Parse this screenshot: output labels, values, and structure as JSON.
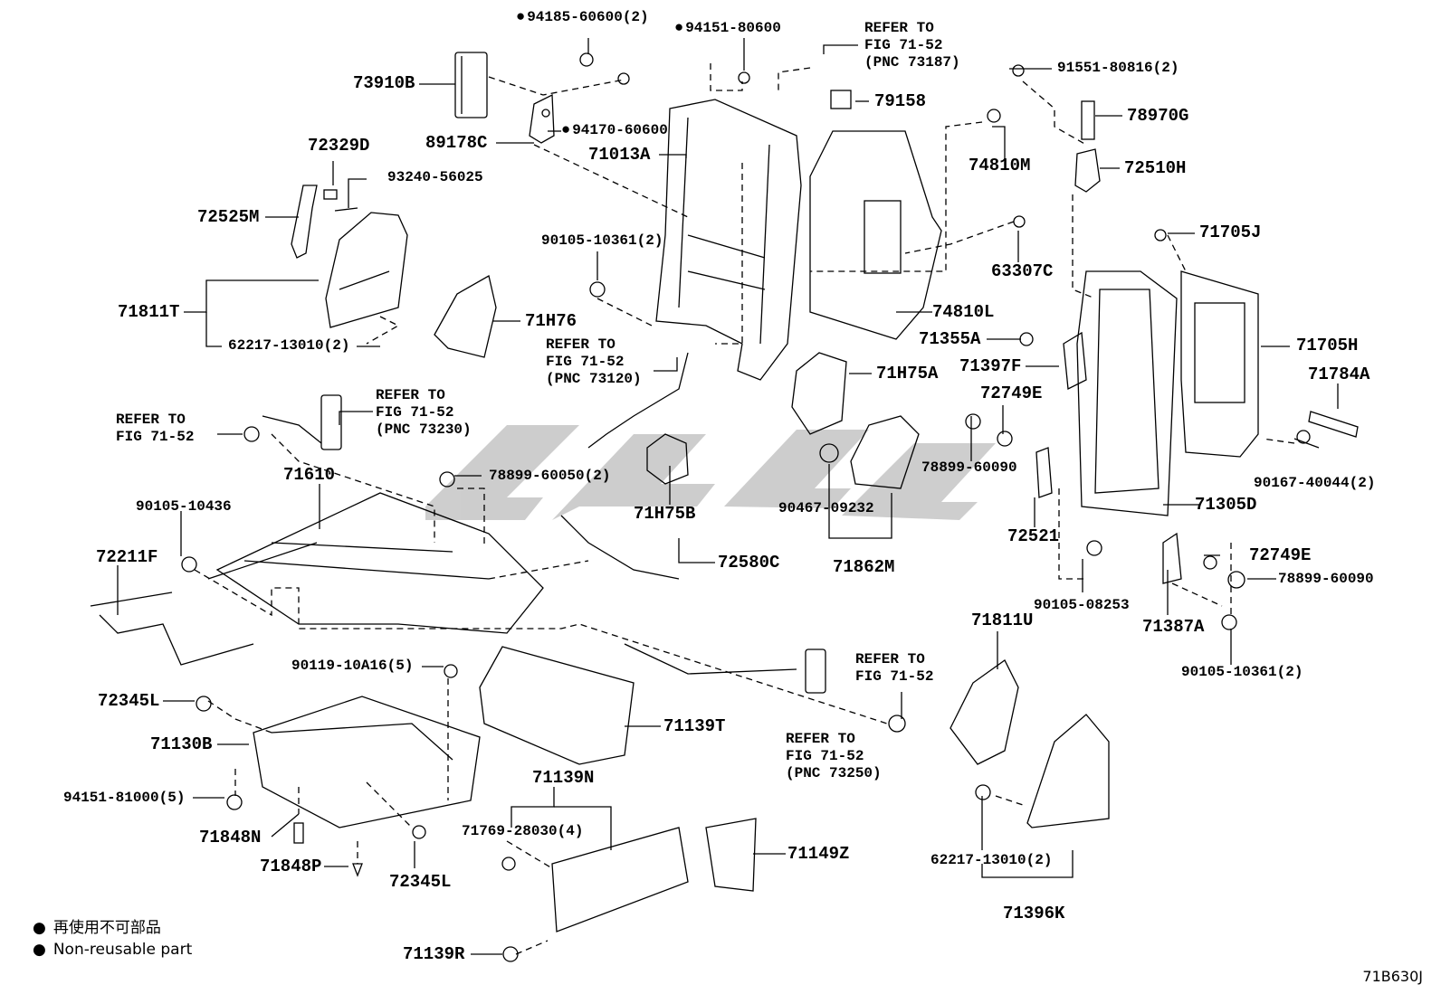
{
  "labels": {
    "p_94185_60600": "94185-60600(2)",
    "p_94151_80600": "94151-80600",
    "p_refer_73187": "REFER TO\nFIG 71-52\n(PNC 73187)",
    "p_73910B": "73910B",
    "p_79158": "79158",
    "p_91551_80816": "91551-80816(2)",
    "p_78970G": "78970G",
    "p_94170_60600": "94170-60600",
    "p_89178C": "89178C",
    "p_71013A": "71013A",
    "p_74810M": "74810M",
    "p_72510H": "72510H",
    "p_72329D": "72329D",
    "p_93240_56025": "93240-56025",
    "p_72525M": "72525M",
    "p_71705J": "71705J",
    "p_90105_10361a": "90105-10361(2)",
    "p_63307C": "63307C",
    "p_71811T": "71811T",
    "p_71H76": "71H76",
    "p_74810L": "74810L",
    "p_71705H": "71705H",
    "p_62217_13010a": "62217-13010(2)",
    "p_71355A": "71355A",
    "p_refer_73120": "REFER TO\nFIG 71-52\n(PNC 73120)",
    "p_71H75A": "71H75A",
    "p_71397F": "71397F",
    "p_71784A": "71784A",
    "p_72749E_a": "72749E",
    "p_refer_73230": "REFER TO\nFIG 71-52\n(PNC 73230)",
    "p_refer_7152a": "REFER TO\nFIG 71-52",
    "p_78899_60090a": "78899-60090",
    "p_71610": "71610",
    "p_78899_60050": "78899-60050(2)",
    "p_90167_40044": "90167-40044(2)",
    "p_71H75B": "71H75B",
    "p_90467_09232": "90467-09232",
    "p_71305D": "71305D",
    "p_90105_10436": "90105-10436",
    "p_72521": "72521",
    "p_72211F": "72211F",
    "p_72580C": "72580C",
    "p_71862M": "71862M",
    "p_72749E_b": "72749E",
    "p_78899_60090b": "78899-60090",
    "p_90105_08253": "90105-08253",
    "p_71387A": "71387A",
    "p_71811U": "71811U",
    "p_refer_7152b": "REFER TO\nFIG 71-52",
    "p_90119_10A16": "90119-10A16(5)",
    "p_90105_10361b": "90105-10361(2)",
    "p_72345L_a": "72345L",
    "p_71139T": "71139T",
    "p_71130B": "71130B",
    "p_refer_73250": "REFER TO\nFIG 71-52\n(PNC 73250)",
    "p_71139N": "71139N",
    "p_94151_81000": "94151-81000(5)",
    "p_71769_28030": "71769-28030(4)",
    "p_71848N": "71848N",
    "p_71149Z": "71149Z",
    "p_62217_13010b": "62217-13010(2)",
    "p_71848P": "71848P",
    "p_72345L_b": "72345L",
    "p_71396K": "71396K",
    "p_71139R": "71139R"
  },
  "legend": {
    "jp": "再使用不可部品",
    "en": "Non-reusable part"
  },
  "figure_code": "71B630J"
}
